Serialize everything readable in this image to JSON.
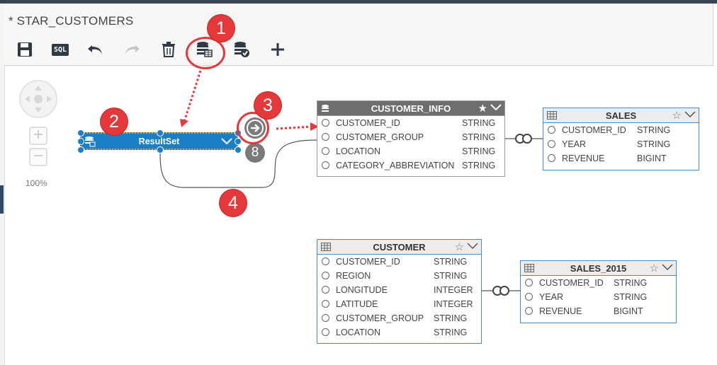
{
  "header": {
    "title": "* STAR_CUSTOMERS"
  },
  "toolbar": {
    "icons": [
      "save-icon",
      "sql-icon",
      "undo-icon",
      "redo-icon",
      "delete-icon",
      "data-source-icon",
      "validate-icon",
      "add-icon"
    ],
    "sql_label": "SQL"
  },
  "navigator": {
    "zoom": "100%",
    "zoom_in": "+",
    "zoom_out": "−"
  },
  "resultset": {
    "name": "ResultSet",
    "link_count": "8"
  },
  "tables": {
    "customer_info": {
      "name": "CUSTOMER_INFO",
      "rows": [
        {
          "col": "CUSTOMER_ID",
          "type": "STRING"
        },
        {
          "col": "CUSTOMER_GROUP",
          "type": "STRING"
        },
        {
          "col": "LOCATION",
          "type": "STRING"
        },
        {
          "col": "CATEGORY_ABBREVIATION",
          "type": "STRING"
        }
      ]
    },
    "sales": {
      "name": "SALES",
      "rows": [
        {
          "col": "CUSTOMER_ID",
          "type": "STRING"
        },
        {
          "col": "YEAR",
          "type": "STRING"
        },
        {
          "col": "REVENUE",
          "type": "BIGINT"
        }
      ]
    },
    "customer": {
      "name": "CUSTOMER",
      "rows": [
        {
          "col": "CUSTOMER_ID",
          "type": "STRING"
        },
        {
          "col": "REGION",
          "type": "STRING"
        },
        {
          "col": "LONGITUDE",
          "type": "INTEGER"
        },
        {
          "col": "LATITUDE",
          "type": "INTEGER"
        },
        {
          "col": "CUSTOMER_GROUP",
          "type": "STRING"
        },
        {
          "col": "LOCATION",
          "type": "STRING"
        }
      ]
    },
    "sales_2015": {
      "name": "SALES_2015",
      "rows": [
        {
          "col": "CUSTOMER_ID",
          "type": "STRING"
        },
        {
          "col": "YEAR",
          "type": "STRING"
        },
        {
          "col": "REVENUE",
          "type": "BIGINT"
        }
      ]
    }
  },
  "callouts": [
    "1",
    "2",
    "3",
    "4"
  ],
  "colors": {
    "accent": "#1b7fc6",
    "callout": "#e5383b",
    "entity_border": "#3f8fcc"
  }
}
